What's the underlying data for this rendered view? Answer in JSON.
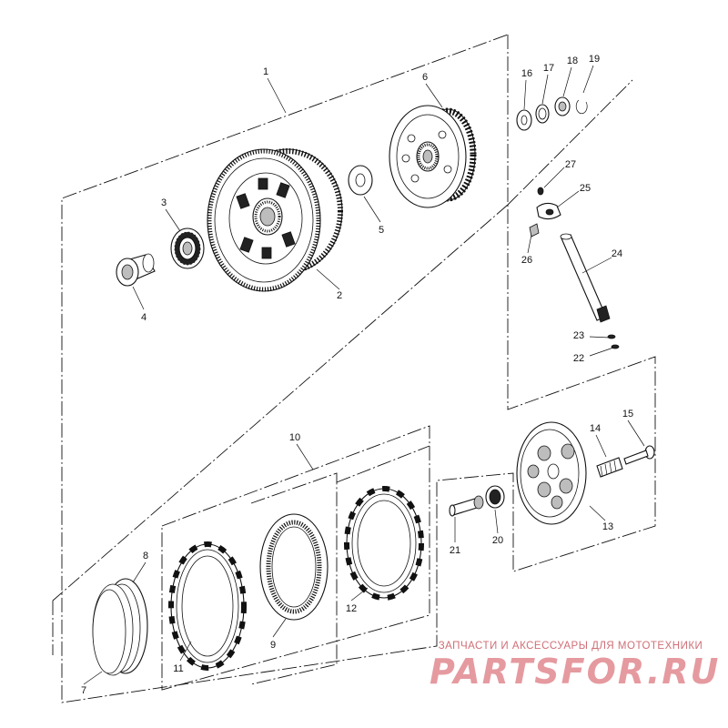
{
  "callouts": [
    "1",
    "2",
    "3",
    "4",
    "5",
    "6",
    "7",
    "8",
    "9",
    "10",
    "11",
    "12",
    "13",
    "14",
    "15",
    "16",
    "17",
    "18",
    "19",
    "20",
    "21",
    "22",
    "23",
    "24",
    "25",
    "26",
    "27"
  ],
  "watermark": {
    "top_text": "ЗАПЧАСТИ И АКСЕССУАРЫ ДЛЯ МОТОТЕХНИКИ",
    "logo_text": "PARTSFOR.RU",
    "color": "#e59aa0"
  }
}
